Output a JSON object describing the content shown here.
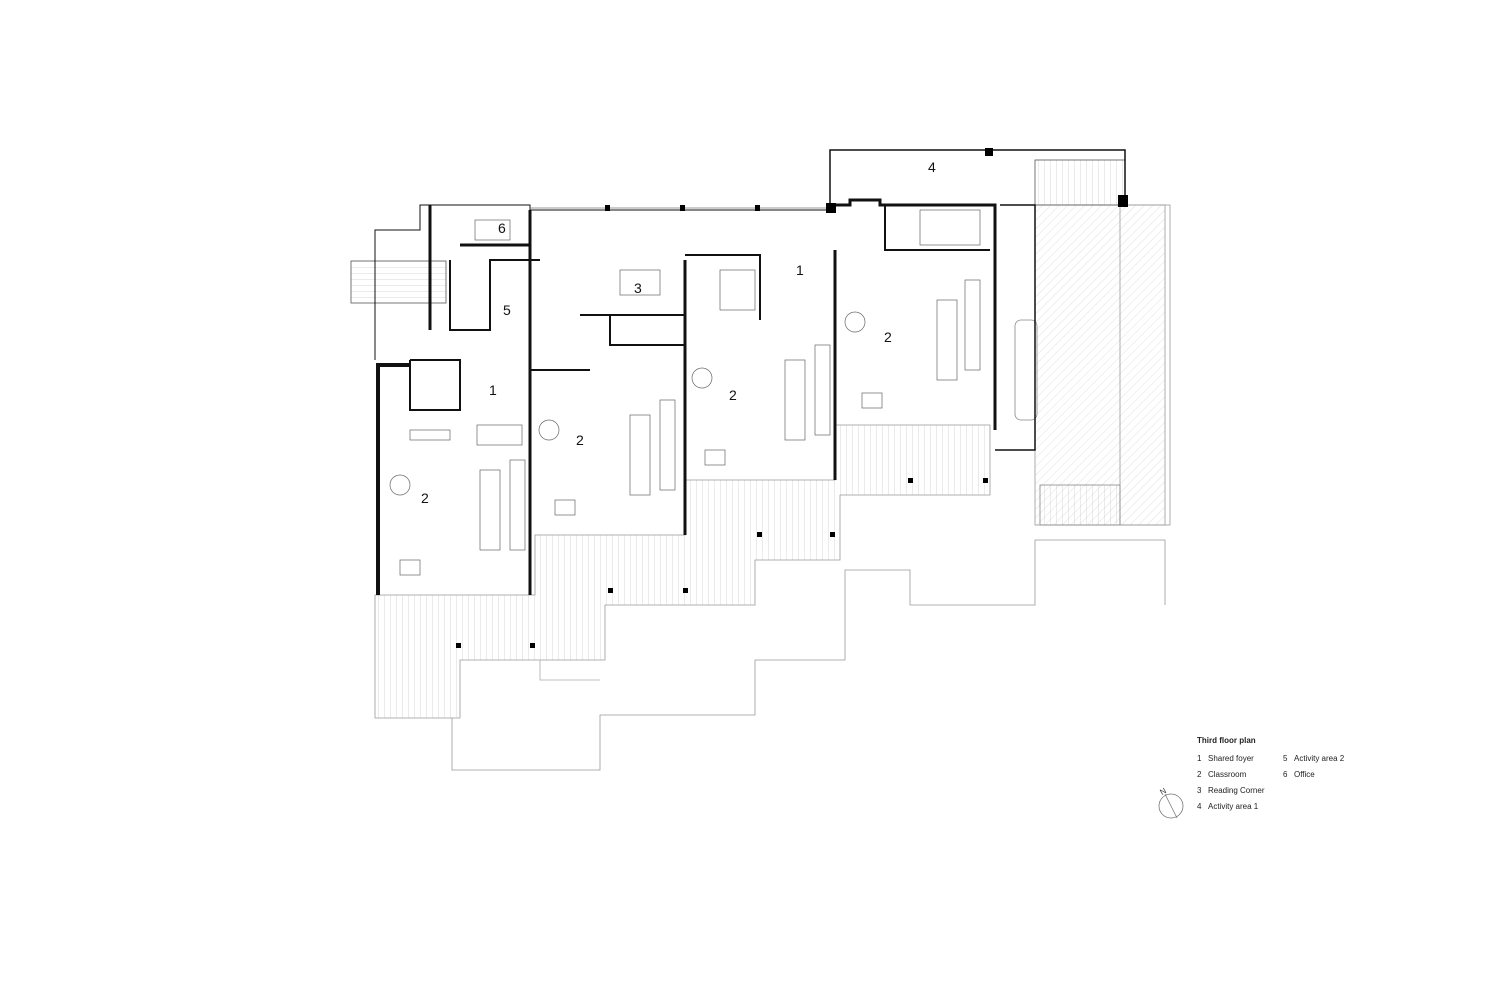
{
  "plan": {
    "title": "Third floor plan",
    "room_labels": {
      "office": "6",
      "activity2": "5",
      "reading": "3",
      "activity1": "4",
      "foyer_a": "1",
      "foyer_b": "1",
      "class_a": "2",
      "class_b": "2",
      "class_c": "2",
      "class_d": "2"
    }
  },
  "legend": {
    "title": "Third floor plan",
    "items": [
      {
        "num": "1",
        "label": "Shared foyer"
      },
      {
        "num": "2",
        "label": "Classroom"
      },
      {
        "num": "3",
        "label": "Reading Corner"
      },
      {
        "num": "4",
        "label": "Activity area 1"
      },
      {
        "num": "5",
        "label": "Activity area 2"
      },
      {
        "num": "6",
        "label": "Office"
      }
    ],
    "north": "N"
  }
}
